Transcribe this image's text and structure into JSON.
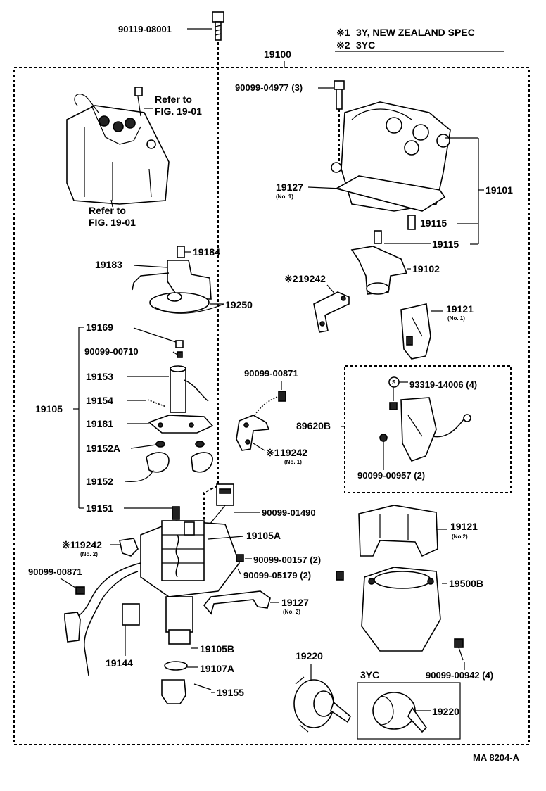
{
  "notes": {
    "note1_mark": "※1",
    "note1_text": "3Y, NEW ZEALAND SPEC",
    "note2_mark": "※2",
    "note2_text": "3YC"
  },
  "labels": {
    "bolt_top": "90119-08001",
    "assy": "19100",
    "screw_3": "90099-04977 (3)",
    "refer1_a": "Refer to",
    "refer1_b": "FIG. 19-01",
    "refer2_a": "Refer to",
    "refer2_b": "FIG. 19-01",
    "cap_19127": "19127",
    "cap_19127_no": "(No. 1)",
    "cap_19101": "19101",
    "spring_19115a": "19115",
    "spring_19115b": "19115",
    "rotor": "19102",
    "p19184": "19184",
    "p19183": "19183",
    "p19250": "19250",
    "bracket_19242": "19242",
    "bracket_19242_mark": "※2",
    "p19121a": "19121",
    "p19121a_no": "(No. 1)",
    "p19169": "19169",
    "p90099_00710": "90099-00710",
    "p19153": "19153",
    "p19154": "19154",
    "p19105": "19105",
    "p19181": "19181",
    "p19152a": "19152A",
    "p19152": "19152",
    "p19151": "19151",
    "p90099_00871a": "90099-00871",
    "p19242b": "19242",
    "p19242b_mark": "※1",
    "p19242b_no": "(No. 1)",
    "s_mark": "S",
    "p93319": "93319-14006 (4)",
    "p89620b": "89620B",
    "p90099_00957": "90099-00957 (2)",
    "p90099_01490": "90099-01490",
    "p19105a": "19105A",
    "p19242c": "19242",
    "p19242c_mark": "※1",
    "p19242c_no": "(No. 2)",
    "p90099_00157": "90099-00157 (2)",
    "p90099_05179": "90099-05179 (2)",
    "p90099_00871b": "90099-00871",
    "p19127b": "19127",
    "p19127b_no": "(No. 2)",
    "p19121b": "19121",
    "p19121b_no": "(No.2)",
    "p19500b": "19500B",
    "p19144": "19144",
    "p19105b": "19105B",
    "p19107a": "19107A",
    "p19155": "19155",
    "p19220a": "19220",
    "p3yc": "3YC",
    "p19220b": "19220",
    "p90099_00942": "90099-00942 (4)",
    "ref_code": "MA 8204-A"
  }
}
